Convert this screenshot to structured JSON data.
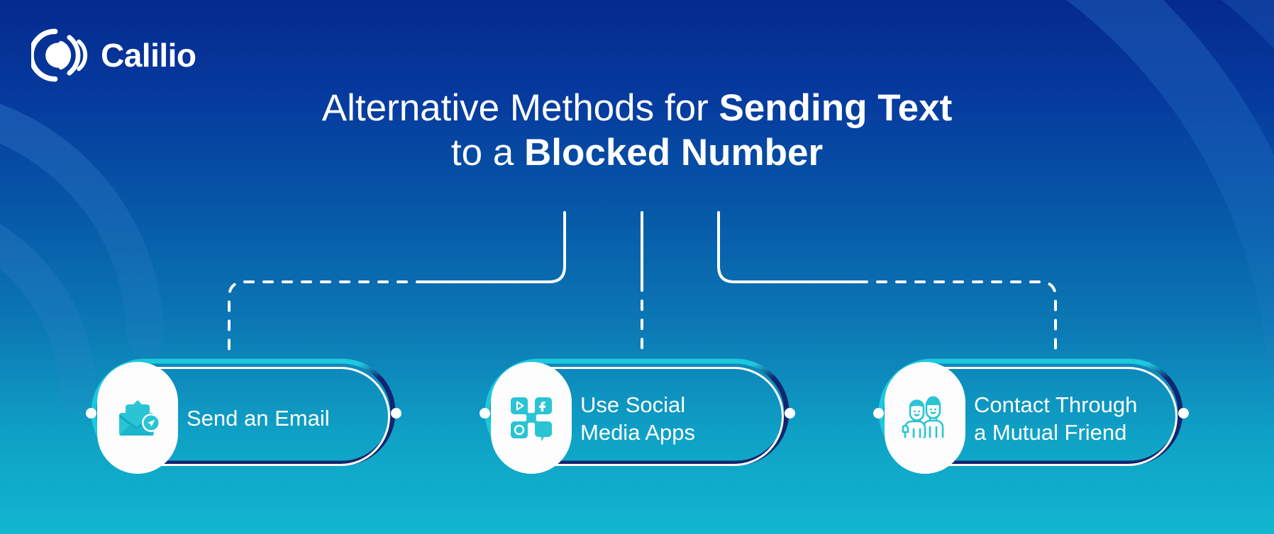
{
  "brand": {
    "name": "Calilio",
    "logo_icon": "calilio-signal-logo",
    "logo_color": "#ffffff"
  },
  "title": {
    "line1_light": "Alternative Methods for ",
    "line1_bold": "Sending Text",
    "line2_light": "to a ",
    "line2_bold": "Blocked Number",
    "color": "#ffffff"
  },
  "colors": {
    "bg_top": "#052a8e",
    "bg_bottom": "#11b6d0",
    "accent_cyan": "#1ec8dd",
    "accent_navy": "#12256e",
    "icon_cyan": "#2ac4d4",
    "icon_cyan_dark": "#13a9c4",
    "card_text": "#ffffff",
    "connector": "#ffffff",
    "badge_bg": "#fdfdfd"
  },
  "connectors": {
    "style_solid": "solid",
    "style_dashed": "dashed",
    "stem_count": 3,
    "description": "three stems drop from title, left and right curve into a dashed horizontal rail that drops to the outer cards, center stem drops straight as a dashed line"
  },
  "cards": [
    {
      "id": "send-email",
      "icon": "email-send-icon",
      "label_lines": [
        "Send an Email"
      ],
      "dot_left": true,
      "dot_right": true
    },
    {
      "id": "social-media",
      "icon": "social-media-apps-icon",
      "label_lines": [
        "Use Social",
        "Media Apps"
      ],
      "dot_left": true,
      "dot_right": true
    },
    {
      "id": "mutual-friend",
      "icon": "two-people-icon",
      "label_lines": [
        "Contact Through",
        "a Mutual Friend"
      ],
      "dot_left": true,
      "dot_right": true
    }
  ]
}
